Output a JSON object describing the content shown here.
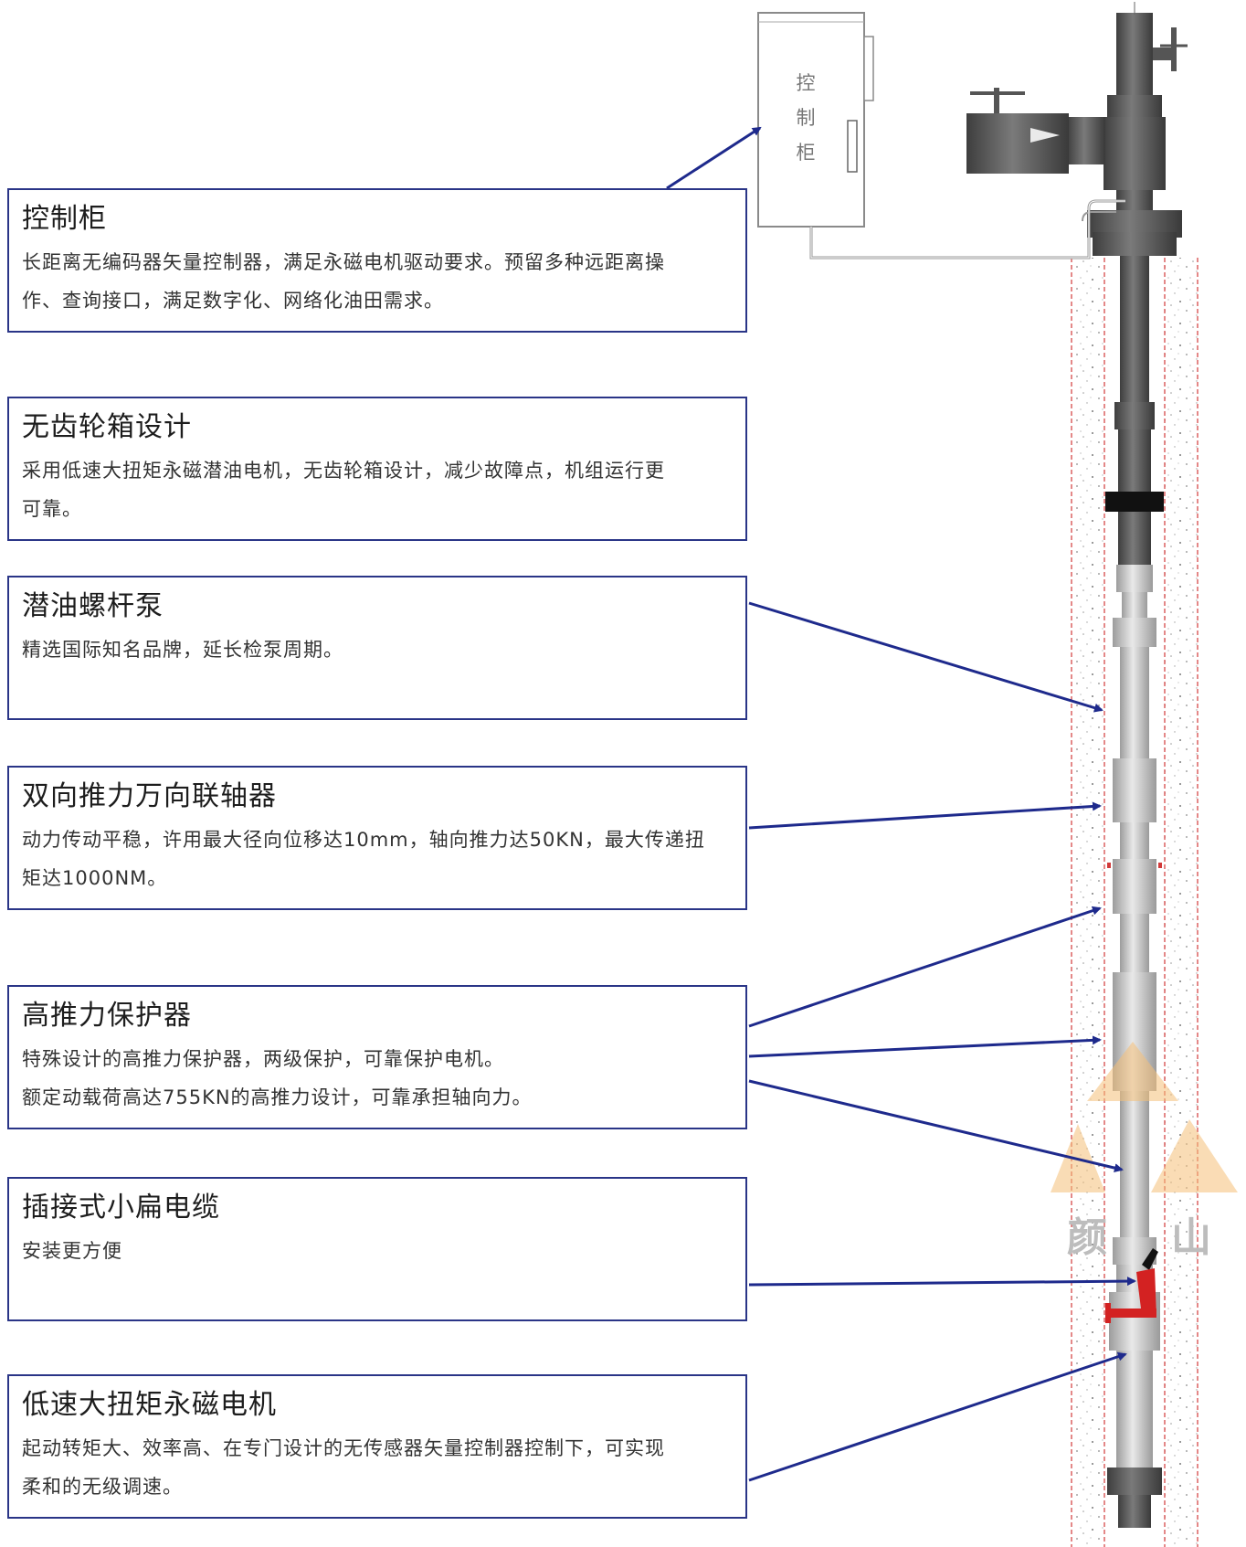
{
  "control_cabinet": {
    "label_chars": [
      "控",
      "制",
      "柜"
    ]
  },
  "features": [
    {
      "title": "控制柜",
      "lines": [
        "长距离无编码器矢量控制器，满足永磁电机驱动要求。预留多种远距离操",
        "作、查询接口，满足数字化、网络化油田需求。"
      ]
    },
    {
      "title": "无齿轮箱设计",
      "lines": [
        "采用低速大扭矩永磁潜油电机，无齿轮箱设计，减少故障点，机组运行更",
        "可靠。"
      ]
    },
    {
      "title": "潜油螺杆泵",
      "lines": [
        "精选国际知名品牌，延长检泵周期。"
      ]
    },
    {
      "title": "双向推力万向联轴器",
      "lines": [
        "动力传动平稳，许用最大径向位移达10mm，轴向推力达50KN，最大传递扭",
        "矩达1000NM。"
      ]
    },
    {
      "title": "高推力保护器",
      "lines": [
        "特殊设计的高推力保护器，两级保护，可靠保护电机。",
        "额定动载荷高达755KN的高推力设计，可靠承担轴向力。"
      ]
    },
    {
      "title": "插接式小扁电缆",
      "lines": [
        "安装更方便"
      ]
    },
    {
      "title": "低速大扭矩永磁电机",
      "lines": [
        "起动转矩大、效率高、在专门设计的无传感器矢量控制器控制下，可实现",
        "柔和的无级调速。"
      ]
    }
  ],
  "watermark": {
    "left": "颜",
    "right": "山"
  },
  "colors": {
    "border": "#2a3587",
    "arrow": "#1e2a8c",
    "pipe_dark": "#5d5d5d",
    "pipe_light": "#c8c8c8",
    "casing_line": "#d23a3a"
  }
}
